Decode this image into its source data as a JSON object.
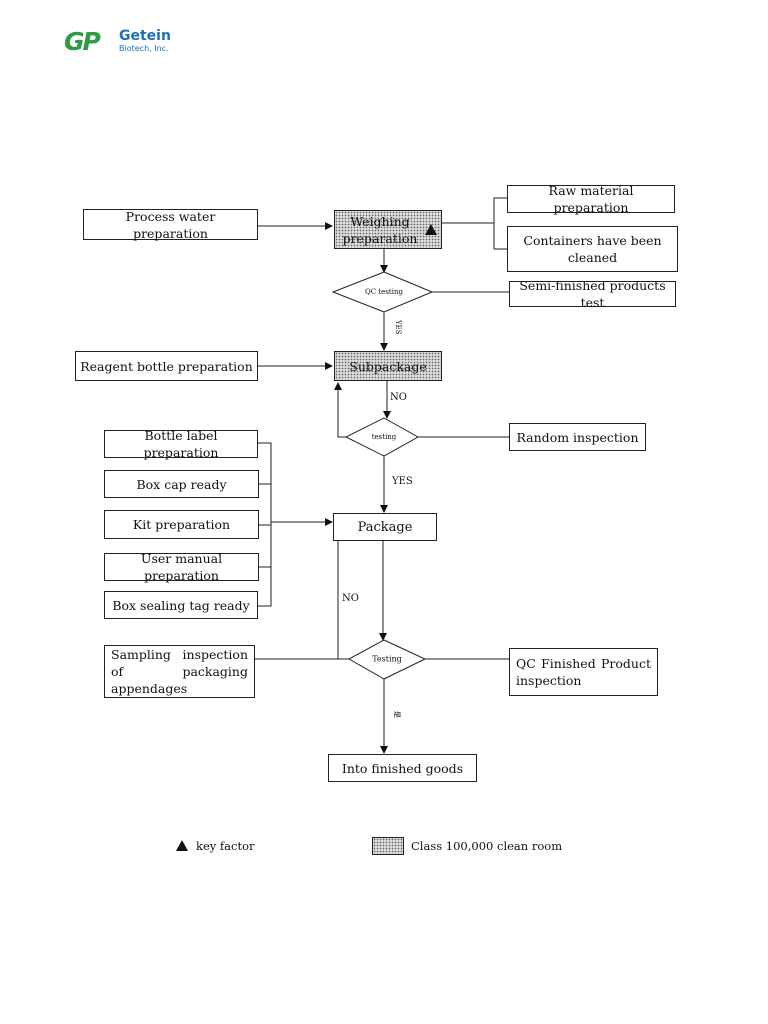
{
  "logo": {
    "mark": "GP",
    "name": "Getein",
    "sub": "Biotech, Inc."
  },
  "boxes": {
    "process_water": "Process water preparation",
    "weighing": "Weighing preparation",
    "raw_material": "Raw material preparation",
    "containers": "Containers have been cleaned",
    "semi_finished_test": "Semi-finished products test",
    "reagent_bottle": "Reagent bottle preparation",
    "subpackage": "Subpackage",
    "random_inspection": "Random inspection",
    "bottle_label": "Bottle label preparation",
    "box_cap": "Box cap ready",
    "kit_prep": "Kit preparation",
    "user_manual": "User manual preparation",
    "box_sealing": "Box sealing tag ready",
    "package": "Package",
    "sampling": "Sampling inspection of packaging appendages",
    "qc_finished": "QC Finished Product inspection",
    "finished_goods": "Into finished goods"
  },
  "decisions": {
    "qc_testing": "QC testing",
    "testing_small": "testing",
    "testing": "Testing"
  },
  "labels": {
    "yes_rot": "YES",
    "no_1": "NO",
    "yes_2": "YES",
    "no_2": "NO",
    "yes_rot_2": "是"
  },
  "legend": {
    "key_factor": "key factor",
    "clean_room": "Class 100,000 clean room"
  },
  "icons": {
    "key_factor": "triangle-icon",
    "clean_room": "dotted-swatch-icon"
  }
}
